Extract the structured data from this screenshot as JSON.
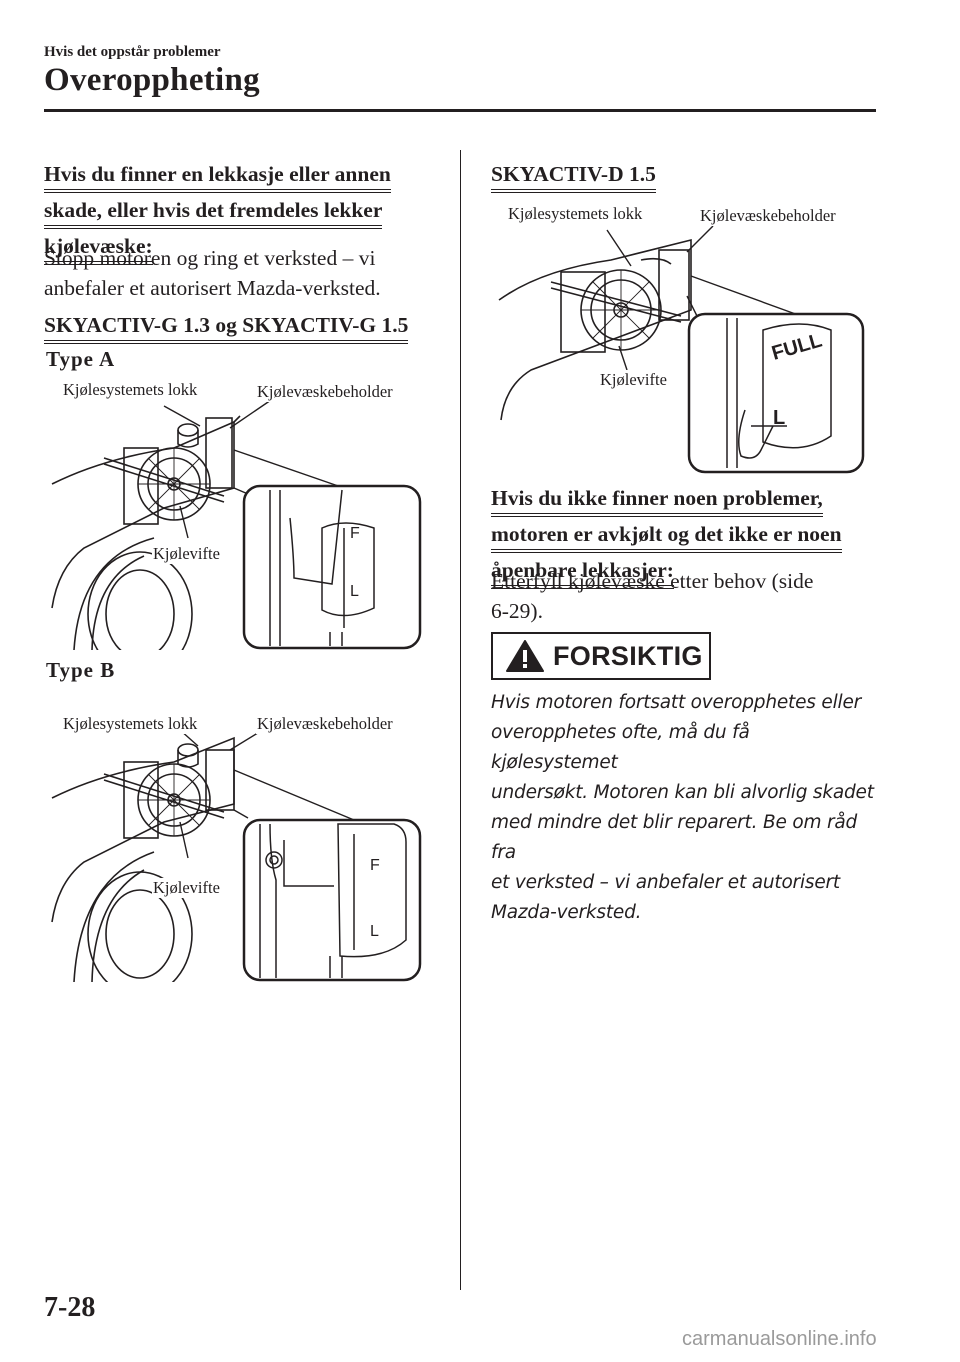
{
  "header": {
    "section": "Hvis det oppstår problemer",
    "title": "Overoppheting"
  },
  "left": {
    "leak_heading": [
      "Hvis du finner en lekkasje eller annen",
      "skade, eller hvis det fremdeles lekker",
      "kjølevæske:"
    ],
    "leak_body": [
      "Stopp motoren og ring et verksted – vi",
      "anbefaler et autorisert Mazda-verksted."
    ],
    "engine_heading": "SKYACTIV-G 1.3 og SKYACTIV-G 1.5",
    "type_a": "Type A",
    "type_b": "Type B"
  },
  "right": {
    "engine_heading": "SKYACTIV-D 1.5",
    "ok_heading": [
      "Hvis du ikke finner noen problemer,",
      "motoren er avkjølt og det ikke er noen",
      "åpenbare lekkasjer:"
    ],
    "ok_body": [
      "Etterfyll kjølevæske etter behov (side",
      "6-29)."
    ]
  },
  "figure_labels": {
    "cap": "Kjølesystemets lokk",
    "reservoir": "Kjølevæskebeholder",
    "fan": "Kjølevifte",
    "full_mark": "FULL",
    "f_mark": "F",
    "l_mark": "L"
  },
  "caution": {
    "label": "FORSIKTIG",
    "icon": "warning-icon",
    "lines": [
      "Hvis motoren fortsatt overopphetes eller",
      "overopphetes ofte, må du få kjølesystemet",
      "undersøkt. Motoren kan bli alvorlig skadet",
      "med mindre det blir reparert. Be om råd fra",
      "et verksted – vi anbefaler et autorisert",
      "Mazda-verksted."
    ]
  },
  "footer": {
    "page_number": "7-28",
    "watermark": "carmanualsonline.info"
  }
}
